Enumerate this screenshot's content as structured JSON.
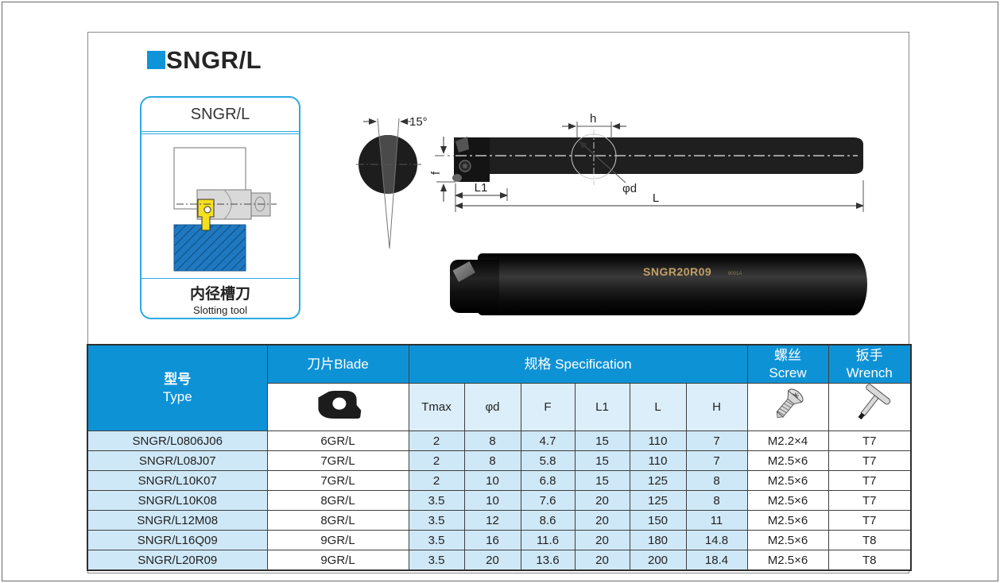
{
  "page": {
    "title": "SNGR/L",
    "accent_color": "#0d94d9",
    "header_blue": "#0e92d6",
    "light_blue": "#cfe8f7",
    "card_border_color": "#2aabe2",
    "workpiece_blue": "#2079c0"
  },
  "card": {
    "title": "SNGR/L",
    "caption_zh": "内径槽刀",
    "caption_en": "Slotting tool"
  },
  "drawing": {
    "angle": "15°",
    "f": "f",
    "h": "h",
    "phi_d": "φd",
    "l1": "L1",
    "l": "L"
  },
  "photo": {
    "marking": "SNGR20R09",
    "batch": "9001A"
  },
  "icons": {
    "blade_insert": "grooving-insert-image",
    "screw": "torx-screw-image",
    "wrench": "t-handle-wrench-image"
  },
  "table": {
    "headers": {
      "type_zh": "型号",
      "type_en": "Type",
      "blade": "刀片Blade",
      "spec": "规格 Specification",
      "screw_zh": "螺丝",
      "screw_en": "Screw",
      "wrench_zh": "扳手",
      "wrench_en": "Wrench",
      "spec_cols": [
        "Tmax",
        "φd",
        "F",
        "L1",
        "L",
        "H"
      ]
    },
    "rows": [
      {
        "type": "SNGR/L0806J06",
        "blade": "6GR/L",
        "tmax": "2",
        "d": "8",
        "f": "4.7",
        "l1": "15",
        "l": "110",
        "h": "7",
        "screw": "M2.2×4",
        "wrench": "T7"
      },
      {
        "type": "SNGR/L08J07",
        "blade": "7GR/L",
        "tmax": "2",
        "d": "8",
        "f": "5.8",
        "l1": "15",
        "l": "110",
        "h": "7",
        "screw": "M2.5×6",
        "wrench": "T7"
      },
      {
        "type": "SNGR/L10K07",
        "blade": "7GR/L",
        "tmax": "2",
        "d": "10",
        "f": "6.8",
        "l1": "15",
        "l": "125",
        "h": "8",
        "screw": "M2.5×6",
        "wrench": "T7"
      },
      {
        "type": "SNGR/L10K08",
        "blade": "8GR/L",
        "tmax": "3.5",
        "d": "10",
        "f": "7.6",
        "l1": "20",
        "l": "125",
        "h": "8",
        "screw": "M2.5×6",
        "wrench": "T7"
      },
      {
        "type": "SNGR/L12M08",
        "blade": "8GR/L",
        "tmax": "3.5",
        "d": "12",
        "f": "8.6",
        "l1": "20",
        "l": "150",
        "h": "11",
        "screw": "M2.5×6",
        "wrench": "T7"
      },
      {
        "type": "SNGR/L16Q09",
        "blade": "9GR/L",
        "tmax": "3.5",
        "d": "16",
        "f": "11.6",
        "l1": "20",
        "l": "180",
        "h": "14.8",
        "screw": "M2.5×6",
        "wrench": "T8"
      },
      {
        "type": "SNGR/L20R09",
        "blade": "9GR/L",
        "tmax": "3.5",
        "d": "20",
        "f": "13.6",
        "l1": "20",
        "l": "200",
        "h": "18.4",
        "screw": "M2.5×6",
        "wrench": "T8"
      }
    ]
  }
}
